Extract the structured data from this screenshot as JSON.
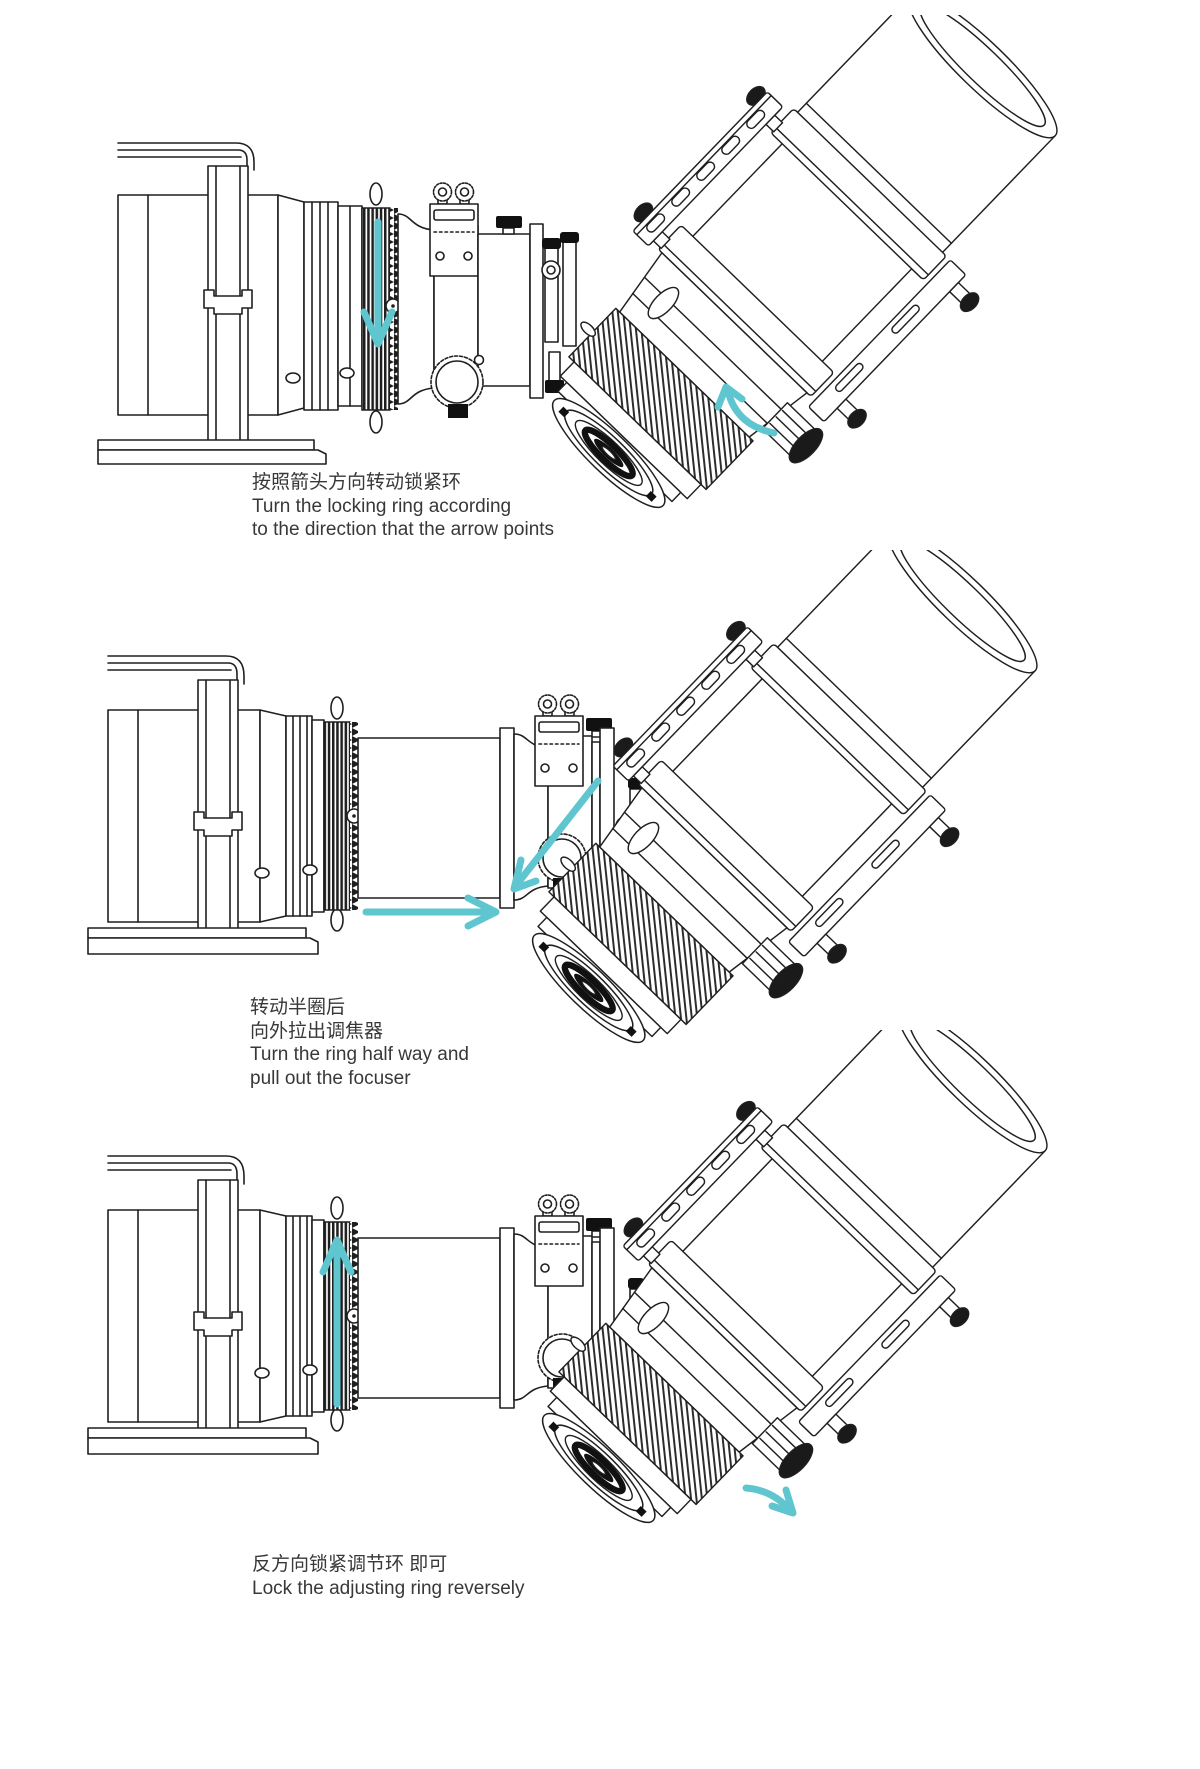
{
  "colors": {
    "accent": "#5fc6cf",
    "line": "#1f1f1f",
    "text": "#383838",
    "background": "#ffffff"
  },
  "steps": [
    {
      "caption_zh": [
        "按照箭头方向转动锁紧环"
      ],
      "caption_en": [
        "Turn the locking ring according",
        "to the direction that the arrow points"
      ],
      "arrow_directions": [
        "locking-ring-down",
        "gear-ring-counterclockwise"
      ]
    },
    {
      "caption_zh": [
        "转动半圈后",
        "向外拉出调焦器"
      ],
      "caption_en": [
        "Turn the ring half way and",
        "pull out the focuser"
      ],
      "arrow_directions": [
        "pull-right",
        "pull-out-diagonal-down-left"
      ]
    },
    {
      "caption_zh": [
        "反方向锁紧调节环 即可"
      ],
      "caption_en": [
        "Lock the adjusting ring reversely"
      ],
      "arrow_directions": [
        "locking-ring-up",
        "gear-ring-clockwise"
      ]
    }
  ]
}
